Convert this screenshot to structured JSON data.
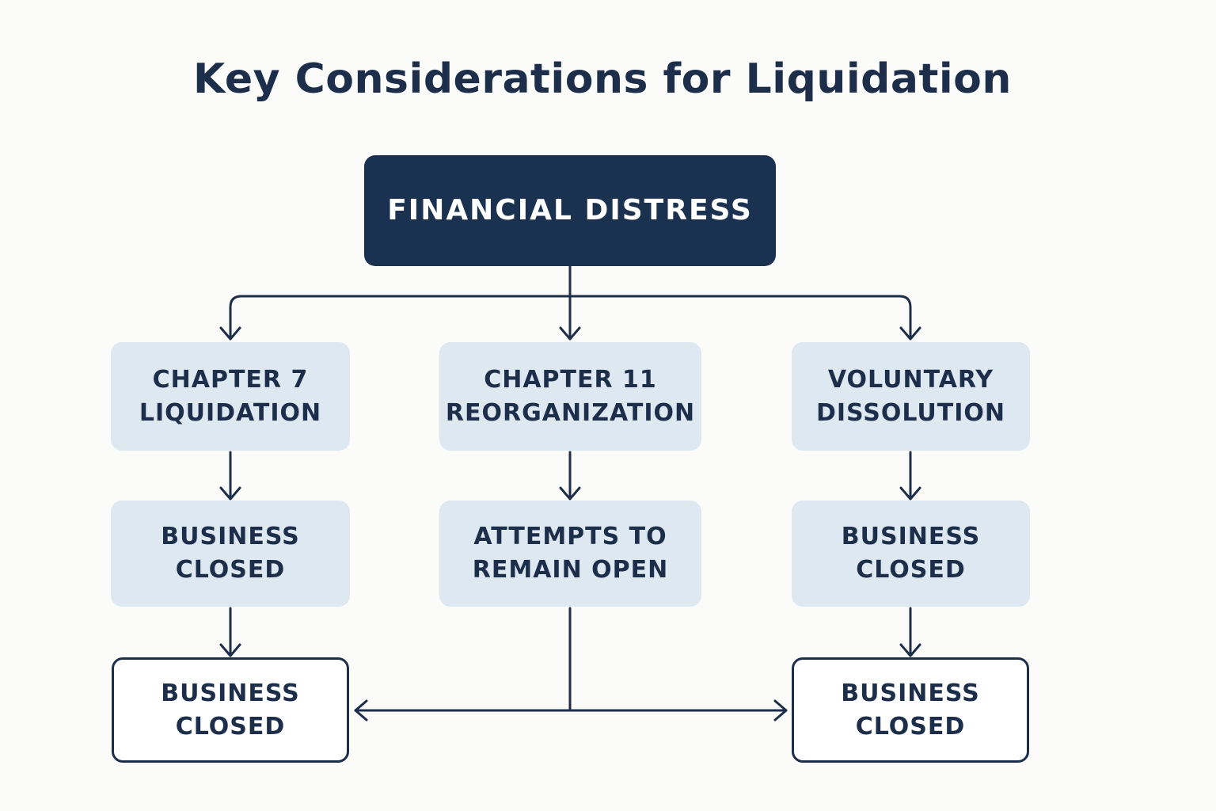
{
  "title": "Key Considerations for Liquidation",
  "colors": {
    "dark_navy": "#1b3150",
    "light_blue": "#dde8f1",
    "outline": "#1c2e4a",
    "background": "#fbfbfa"
  },
  "nodes": {
    "root": {
      "lines": [
        "FINANCIAL DISTRESS"
      ]
    },
    "chapter7": {
      "lines": [
        "CHAPTER 7",
        "LIQUIDATION"
      ]
    },
    "chapter11": {
      "lines": [
        "CHAPTER 11",
        "REORGANIZATION"
      ]
    },
    "voluntary": {
      "lines": [
        "VOLUNTARY",
        "DISSOLUTION"
      ]
    },
    "chapter7_result": {
      "lines": [
        "BUSINESS",
        "CLOSED"
      ]
    },
    "chapter11_result": {
      "lines": [
        "ATTEMPTS TO",
        "REMAIN OPEN"
      ]
    },
    "voluntary_result": {
      "lines": [
        "BUSINESS",
        "CLOSED"
      ]
    },
    "final_left": {
      "lines": [
        "BUSINESS",
        "CLOSED"
      ]
    },
    "final_right": {
      "lines": [
        "BUSINESS",
        "CLOSED"
      ]
    }
  },
  "edges": [
    {
      "from": "FINANCIAL DISTRESS",
      "to": "CHAPTER 7 LIQUIDATION"
    },
    {
      "from": "FINANCIAL DISTRESS",
      "to": "CHAPTER 11 REORGANIZATION"
    },
    {
      "from": "FINANCIAL DISTRESS",
      "to": "VOLUNTARY DISSOLUTION"
    },
    {
      "from": "CHAPTER 7 LIQUIDATION",
      "to": "BUSINESS CLOSED"
    },
    {
      "from": "CHAPTER 11 REORGANIZATION",
      "to": "ATTEMPTS TO REMAIN OPEN"
    },
    {
      "from": "VOLUNTARY DISSOLUTION",
      "to": "BUSINESS CLOSED"
    },
    {
      "from": "BUSINESS CLOSED",
      "to": "BUSINESS CLOSED"
    },
    {
      "from": "ATTEMPTS TO REMAIN OPEN",
      "to": "BUSINESS CLOSED"
    },
    {
      "from": "ATTEMPTS TO REMAIN OPEN",
      "to": "BUSINESS CLOSED"
    },
    {
      "from": "BUSINESS CLOSED",
      "to": "BUSINESS CLOSED"
    }
  ]
}
